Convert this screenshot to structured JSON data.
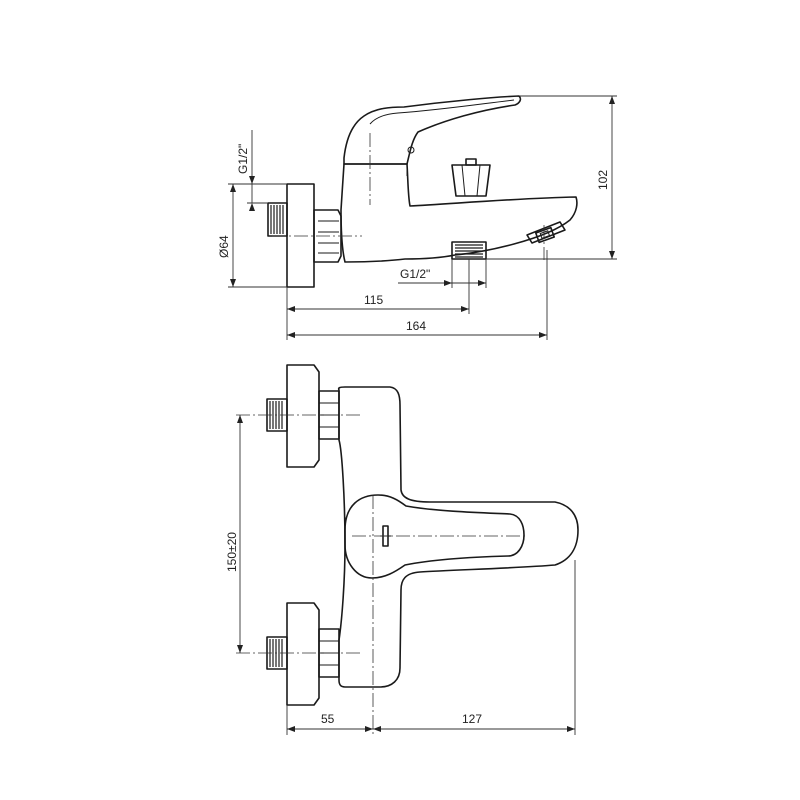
{
  "side_view": {
    "thread_label_top": "G1/2\"",
    "diameter_label": "Ø64",
    "height_label": "102",
    "thread_label_bottom": "G1/2\"",
    "length_outlet_label": "115",
    "length_total_label": "164"
  },
  "top_view": {
    "spacing_label": "150±20",
    "left_depth_label": "55",
    "right_depth_label": "127"
  }
}
